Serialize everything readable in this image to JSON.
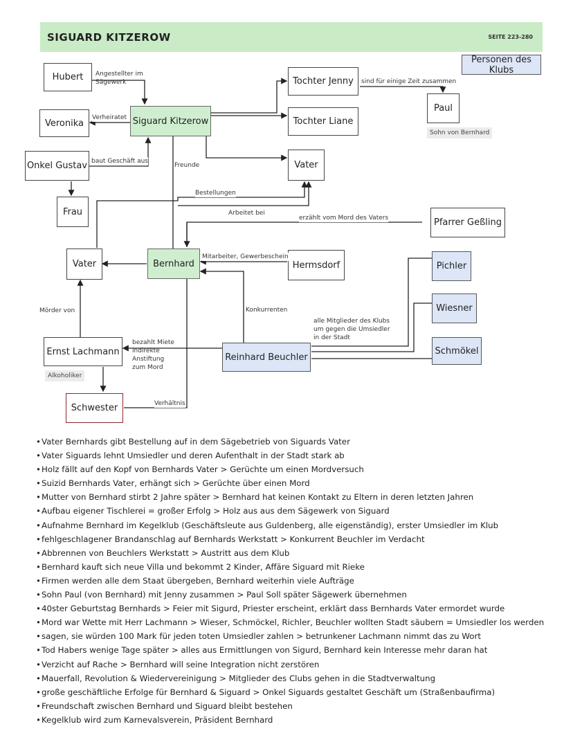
{
  "header": {
    "title": "SIGUARD KITZEROW",
    "page": "SEITE 223-280"
  },
  "boxes": {
    "hubert": "Hubert",
    "veronika": "Veronika",
    "sigurd": "Siguard Kitzerow",
    "gustav": "Onkel Gustav",
    "frau": "Frau",
    "jenny": "Tochter Jenny",
    "liane": "Tochter Liane",
    "paul": "Paul",
    "vater_top": "Vater",
    "klub": "Personen des Klubs",
    "gessling": "Pfarrer Geßling",
    "vater_left": "Vater",
    "bernhard": "Bernhard",
    "hermsdorf": "Hermsdorf",
    "pichler": "Pichler",
    "wiesner": "Wiesner",
    "schmoekel": "Schmökel",
    "lachmann": "Ernst Lachmann",
    "beuchler": "Reinhard Beuchler",
    "schwester": "Schwester"
  },
  "tags": {
    "paul_sohn": "Sohn von Bernhard",
    "alkoholiker": "Alkoholiker"
  },
  "labels": {
    "angestellter": "Angestellter im Sägewerk",
    "verheiratet": "Verheiratet",
    "geschaeft": "baut Geschäft aus",
    "zeit": "sind für einige Zeit zusammen",
    "freunde": "Freunde",
    "bestellungen": "Bestellungen",
    "arbeitet": "Arbeitet bei",
    "erzaehlt": "erzählt vom Mord des Vaters",
    "mitarbeiter": "Mitarbeiter, Gewerbeschein",
    "konkurrenten": "Konkurrenten",
    "mitglieder": "alle Mitglieder des Klubs um gegen die Umsiedler in der Stadt",
    "moerder": "Mörder von",
    "miete": "bezahlt Miete indirekte Anstiftung zum Mord",
    "verhaeltnis": "Verhältnis"
  },
  "notes": [
    "Vater Bernhards gibt Bestellung auf in dem Sägebetrieb von Siguards Vater",
    "Vater Siguards lehnt Umsiedler und deren Aufenthalt in der Stadt stark ab",
    "Holz fällt auf den Kopf von Bernhards Vater > Gerüchte um einen Mordversuch",
    "Suizid Bernhards Vater, erhängt sich > Gerüchte über einen Mord",
    "Mutter von Bernhard stirbt 2 Jahre später > Bernhard hat keinen Kontakt zu Eltern in deren letzten Jahren",
    "Aufbau eigener Tischlerei = großer Erfolg > Holz aus aus dem Sägewerk von Siguard",
    "Aufnahme Bernhard im Kegelklub (Geschäftsleute aus Guldenberg, alle eigenständig), erster Umsiedler im Klub",
    "fehlgeschlagener Brandanschlag auf Bernhards Werkstatt > Konkurrent Beuchler im Verdacht",
    "Abbrennen von Beuchlers Werkstatt > Austritt aus dem Klub",
    "Bernhard kauft sich neue Villa und bekommt 2 Kinder, Affäre Siguard mit Rieke",
    "Firmen werden alle dem Staat übergeben, Bernhard weiterhin viele Aufträge",
    "Sohn Paul (von Bernhard) mit Jenny zusammen > Paul Soll später Sägewerk übernehmen",
    "40ster Geburtstag Bernhards > Feier mit Sigurd, Priester erscheint, erklärt dass Bernhards Vater ermordet wurde",
    "Mord war Wette mit Herr Lachmann > Wieser, Schmöckel, Richler, Beuchler wollten Stadt säubern = Umsiedler los werden",
    "sagen, sie würden 100 Mark für jeden toten Umsiedler zahlen > betrunkener Lachmann nimmt das zu Wort",
    "Tod Habers wenige Tage später > alles aus Ermittlungen von Sigurd,  Bernhard kein Interesse mehr daran hat",
    "Verzicht auf Rache > Bernhard will seine Integration nicht zerstören",
    "Mauerfall, Revolution & Wiedervereinigung > Mitglieder des Clubs gehen in die Stadtverwaltung",
    "große geschäftliche Erfolge für Bernhard & Siguard > Onkel Siguards gestaltet Geschäft um (Straßenbaufirma)",
    "Freundschaft zwischen Bernhard und Siguard bleibt bestehen",
    "Kegelklub wird zum Karnevalsverein, Präsident Bernhard"
  ]
}
